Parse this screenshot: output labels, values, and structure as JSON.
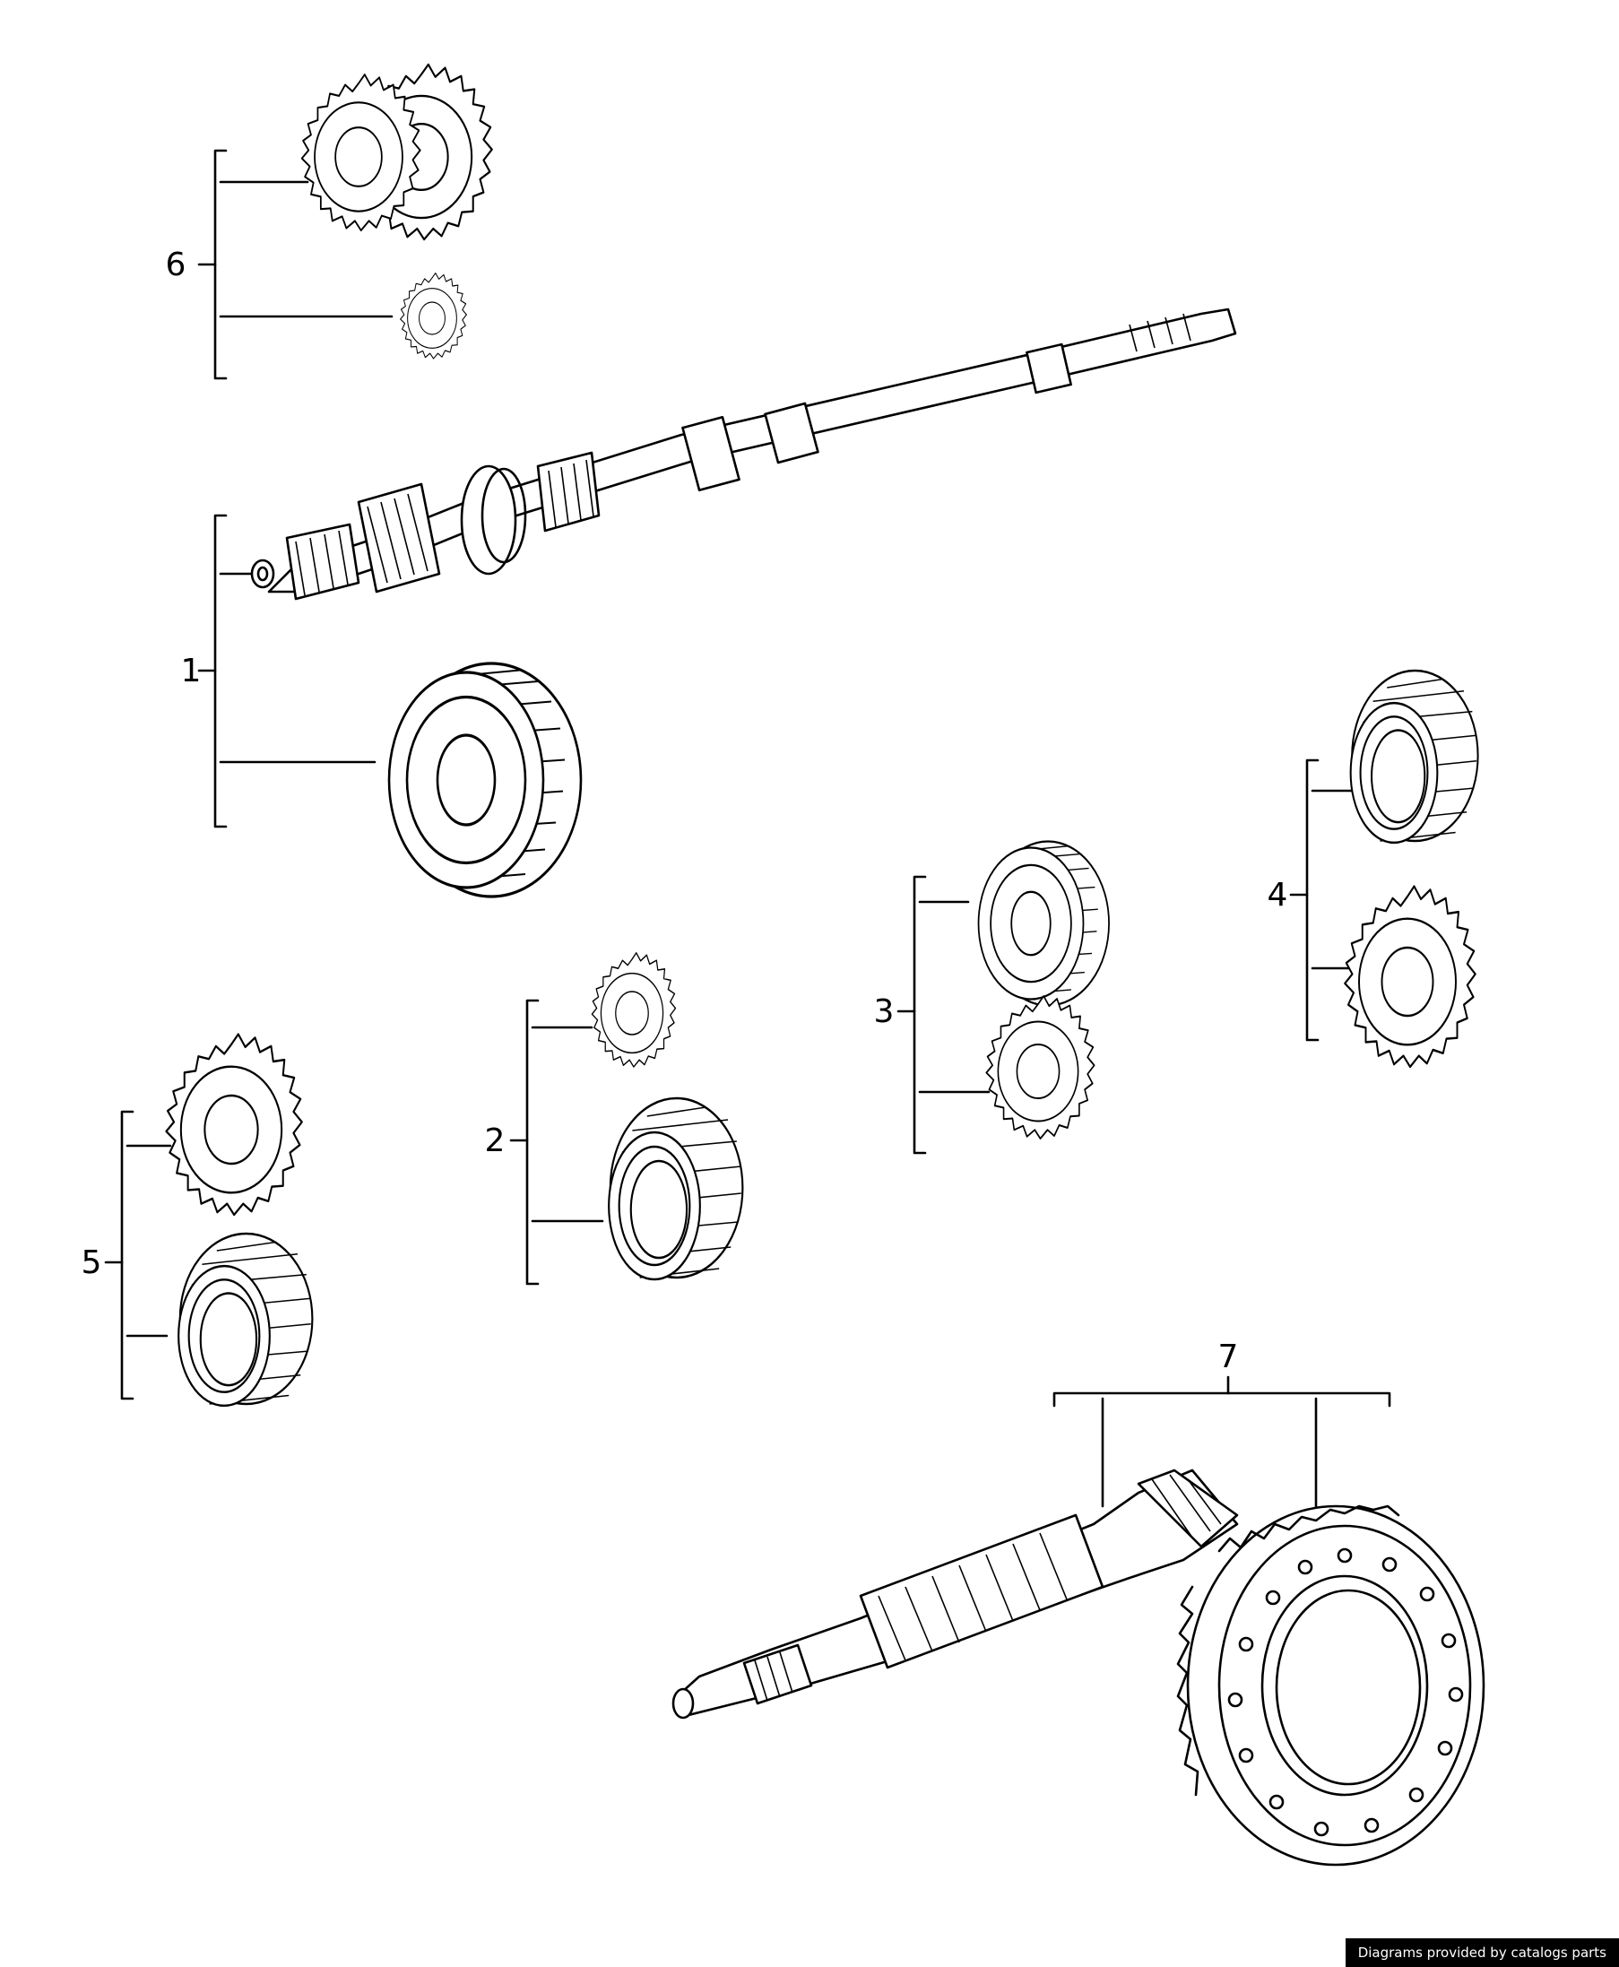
{
  "callouts": {
    "c1": "1",
    "c2": "2",
    "c3": "3",
    "c4": "4",
    "c5": "5",
    "c6": "6",
    "c7": "7"
  },
  "footer": {
    "credit": "Diagrams provided by catalogs parts"
  },
  "colors": {
    "line": "#000000",
    "background": "#ffffff",
    "credit_bg": "#000000",
    "credit_text": "#ffffff"
  }
}
